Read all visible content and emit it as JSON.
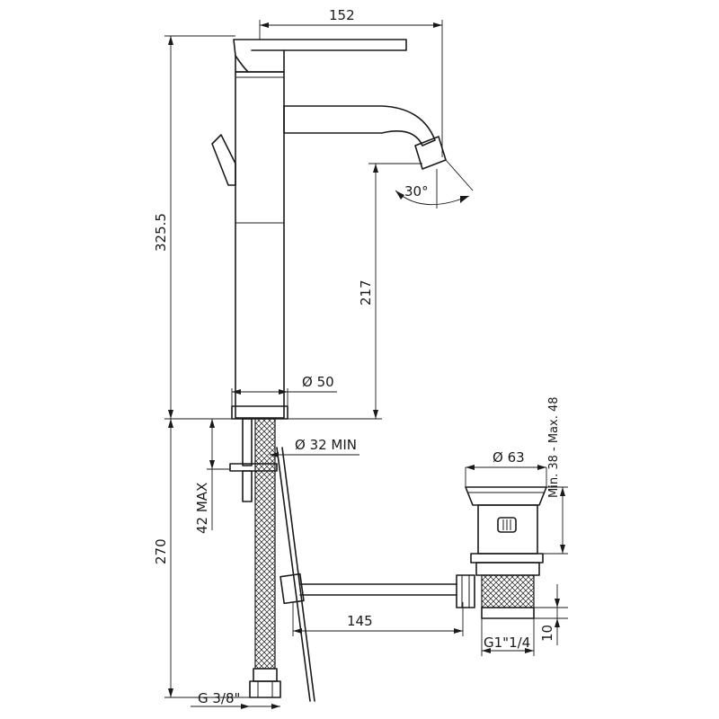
{
  "dimensions": {
    "spout_reach": "152",
    "total_height": "325.5",
    "spout_height": "217",
    "body_diameter": "Ø 50",
    "hole_diameter": "Ø 32 MIN",
    "deck_max": "42 MAX",
    "hose_length": "270",
    "rod_length": "145",
    "connection": "G 3/8\"",
    "aerator_angle": "30°",
    "waste_diameter": "Ø 63",
    "waste_range": "Min. 38 - Max. 48",
    "waste_thread": "G1\"1/4",
    "waste_tail": "10"
  }
}
